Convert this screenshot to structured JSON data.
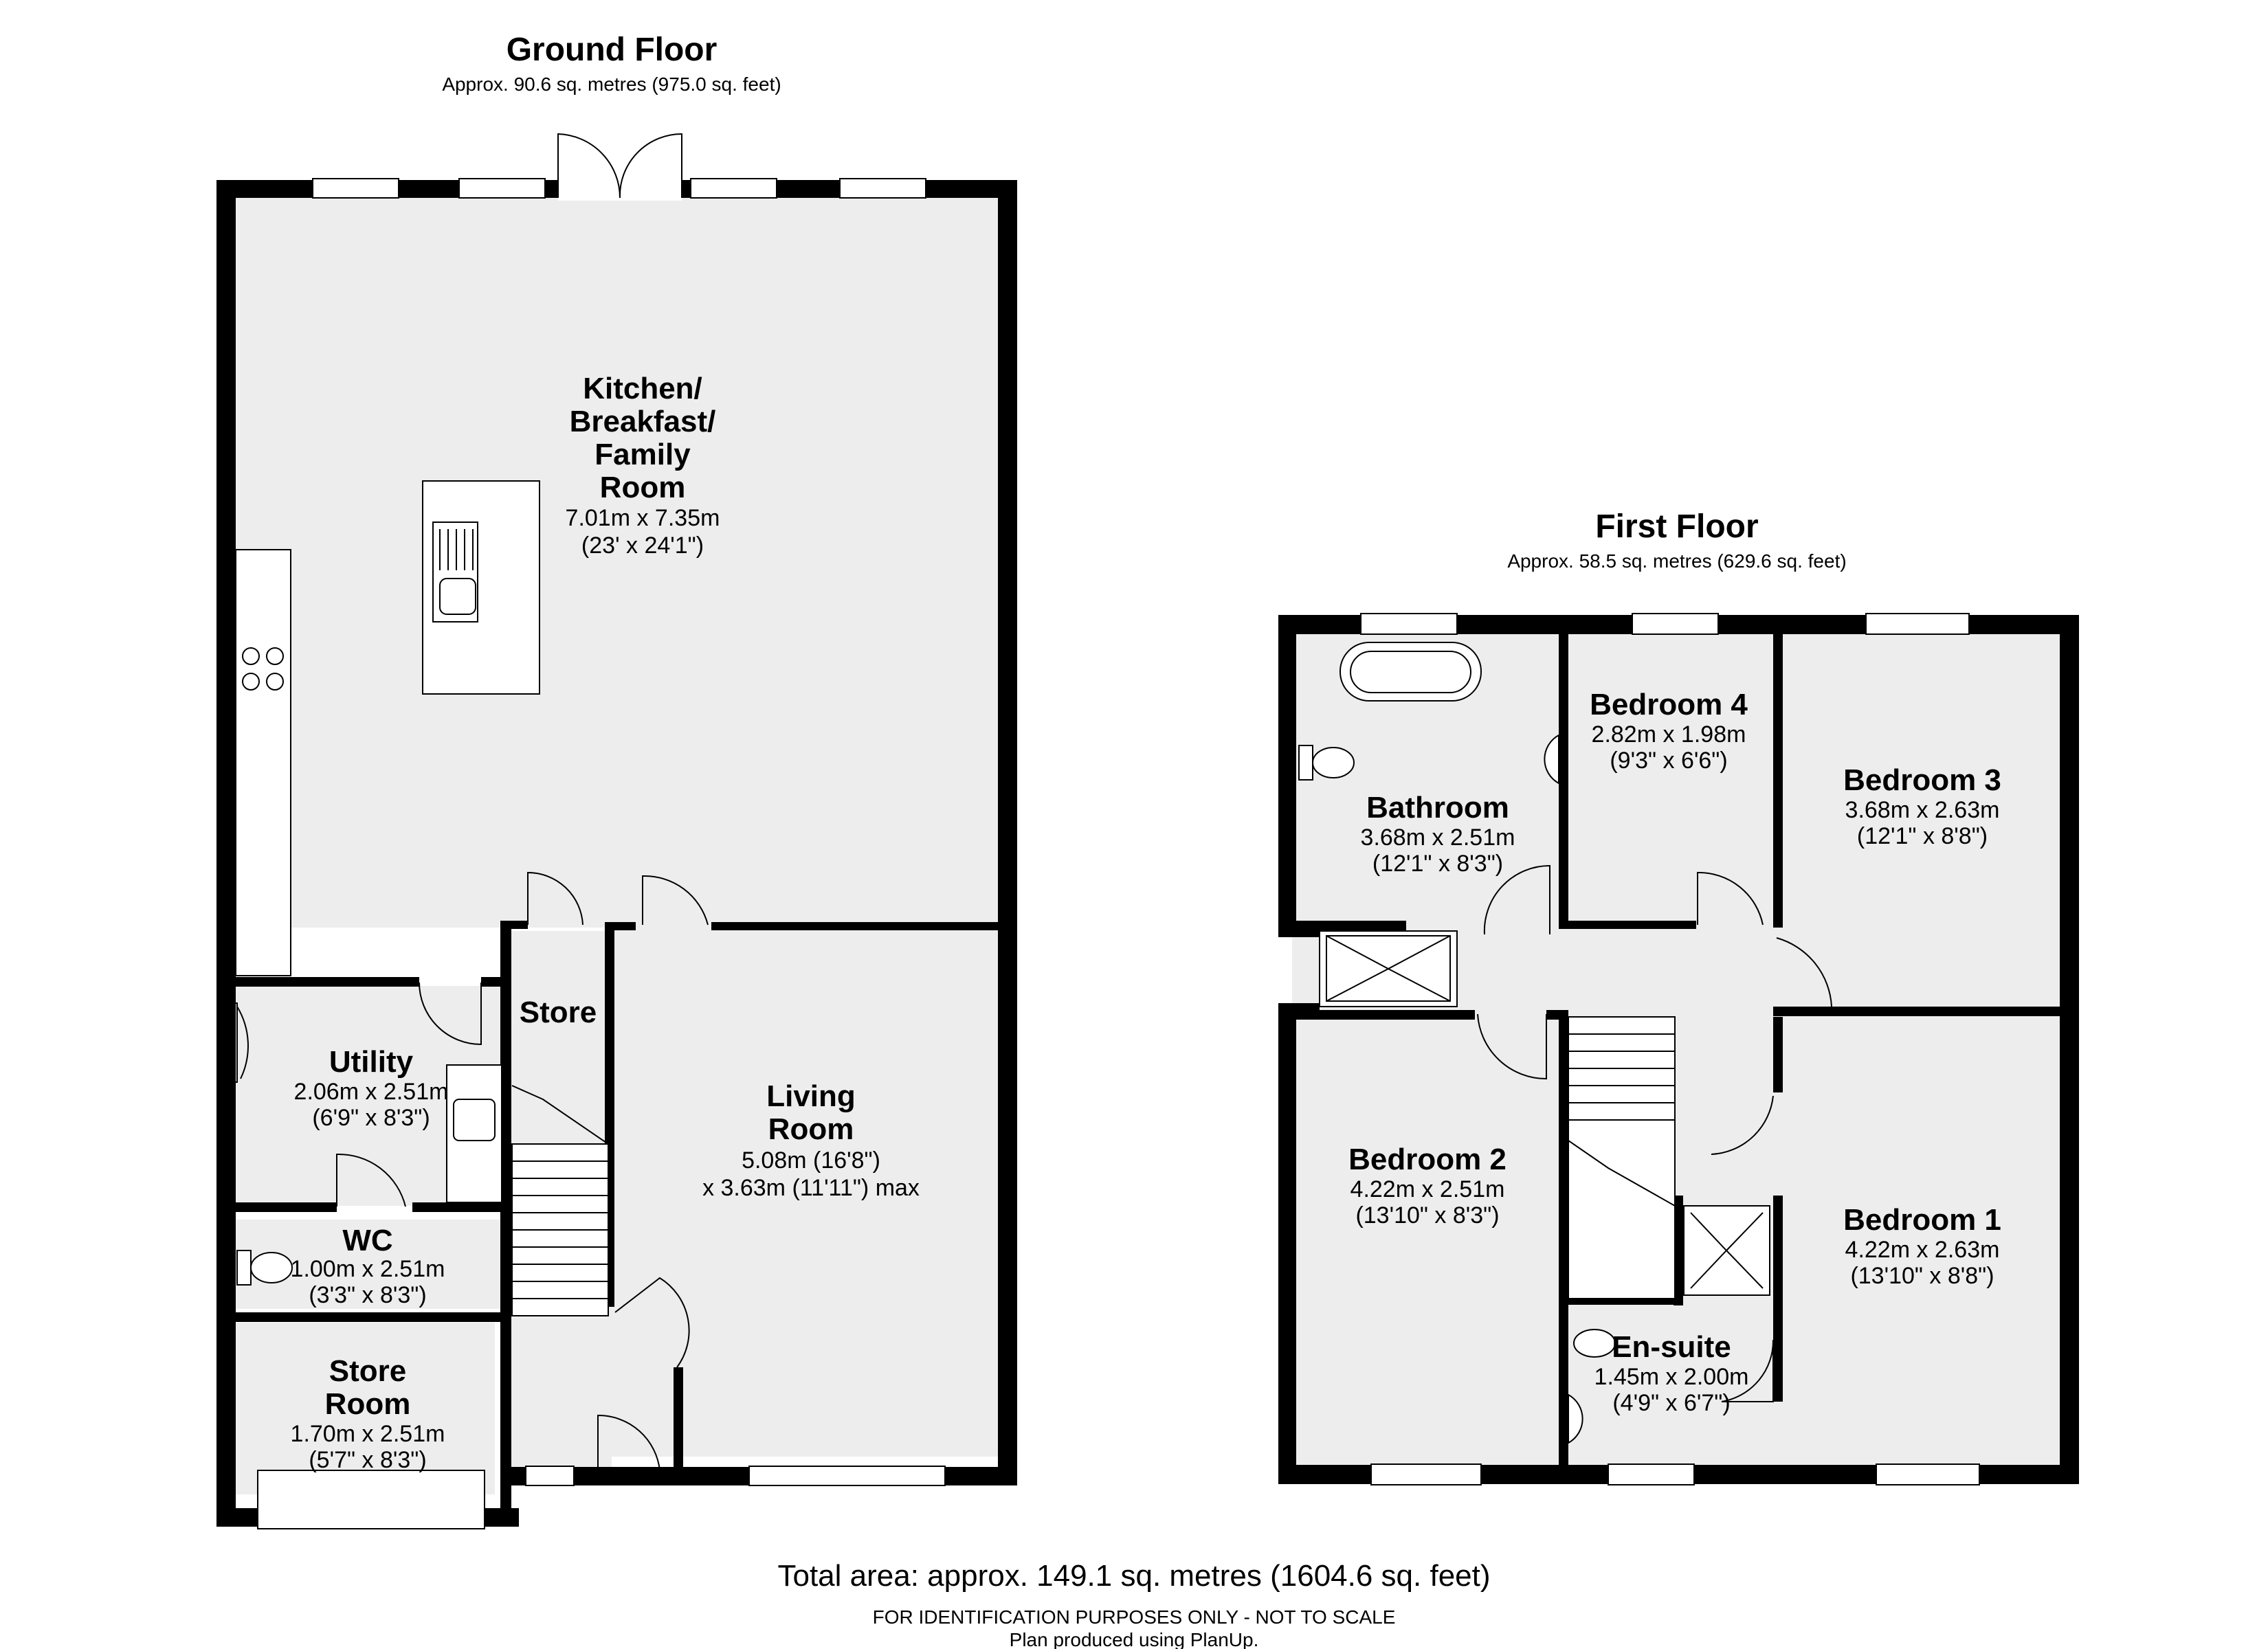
{
  "ground_floor": {
    "title": "Ground Floor",
    "area": "Approx. 90.6 sq. metres (975.0 sq. feet)",
    "rooms": {
      "kitchen": {
        "name": [
          "Kitchen/",
          "Breakfast/",
          "Family",
          "Room"
        ],
        "dim": "7.01m x 7.35m",
        "imperial": "(23' x 24'1\")"
      },
      "living": {
        "name": [
          "Living",
          "Room"
        ],
        "dim": "5.08m (16'8\")",
        "imperial": "x 3.63m (11'11\") max"
      },
      "store": {
        "name": [
          "Store"
        ]
      },
      "utility": {
        "name": [
          "Utility"
        ],
        "dim": "2.06m x 2.51m",
        "imperial": "(6'9\" x 8'3\")"
      },
      "wc": {
        "name": [
          "WC"
        ],
        "dim": "1.00m x 2.51m",
        "imperial": "(3'3\" x 8'3\")"
      },
      "store_room": {
        "name": [
          "Store",
          "Room"
        ],
        "dim": "1.70m x 2.51m",
        "imperial": "(5'7\" x 8'3\")"
      }
    }
  },
  "first_floor": {
    "title": "First Floor",
    "area": "Approx. 58.5 sq. metres (629.6 sq. feet)",
    "rooms": {
      "bathroom": {
        "name": [
          "Bathroom"
        ],
        "dim": "3.68m x 2.51m",
        "imperial": "(12'1\" x 8'3\")"
      },
      "bedroom4": {
        "name": [
          "Bedroom 4"
        ],
        "dim": "2.82m x 1.98m",
        "imperial": "(9'3\" x 6'6\")"
      },
      "bedroom3": {
        "name": [
          "Bedroom 3"
        ],
        "dim": "3.68m x 2.63m",
        "imperial": "(12'1\" x 8'8\")"
      },
      "bedroom2": {
        "name": [
          "Bedroom 2"
        ],
        "dim": "4.22m x 2.51m",
        "imperial": "(13'10\" x 8'3\")"
      },
      "bedroom1": {
        "name": [
          "Bedroom 1"
        ],
        "dim": "4.22m x 2.63m",
        "imperial": "(13'10\" x 8'8\")"
      },
      "ensuite": {
        "name": [
          "En-suite"
        ],
        "dim": "1.45m x 2.00m",
        "imperial": "(4'9\" x 6'7\")"
      }
    }
  },
  "footer": {
    "total": "Total area: approx. 149.1 sq. metres (1604.6 sq. feet)",
    "disclaimer": "FOR IDENTIFICATION PURPOSES ONLY - NOT TO SCALE",
    "credit": "Plan produced using PlanUp."
  },
  "colors": {
    "wall": "#000000",
    "floor": "#ededed",
    "background": "#ffffff"
  }
}
